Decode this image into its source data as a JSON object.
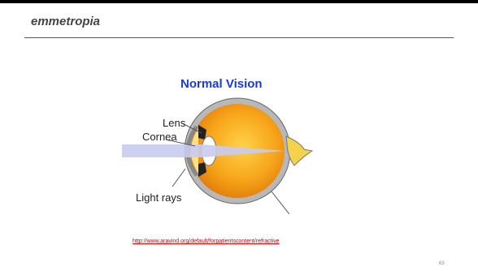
{
  "slide": {
    "title": "emmetropia",
    "page_number": "63"
  },
  "diagram": {
    "heading": "Normal Vision",
    "labels": {
      "lens": "Lens",
      "cornea": "Cornea",
      "light_rays": "Light rays"
    }
  },
  "source": {
    "url": "http://www.aravind.org/default/forpatientscontent/refractive"
  },
  "colors": {
    "heading": "#1a3ad6",
    "eyeball": "#f39a12",
    "sclera": "#b8b8b8",
    "light_rays": "#c9cbf0",
    "link": "#cc0000"
  }
}
